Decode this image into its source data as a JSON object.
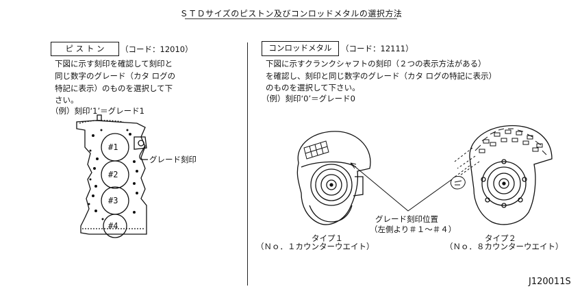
{
  "title": "ＳＴＤサイズのピストン及びコンロッドメタルの選択方法",
  "piston": {
    "heading": "ピ ス ト ン",
    "code": "（コード：12010）",
    "lines": [
      "下図に示す刻印を確認して刻印と",
      "同じ数字のグレード（カタ ログの",
      "特記に表示）のものを選択して下",
      "さい。",
      "（例）刻印‘1’＝グレード1"
    ],
    "stamp_callout": "グレード刻印",
    "cylinders": [
      "#1",
      "#2",
      "#3",
      "#4"
    ]
  },
  "conrod": {
    "heading": "コンロッドメタル",
    "code": "（コード：12111）",
    "lines": [
      "下図に示すクランクシャフトの刻印（２つの表示方法がある）",
      "を確認し、刻印と同じ数字のグレード（カタ ログの特記に表示）",
      "のものを選択して下さい。",
      "（例）刻印‘0’＝グレード0"
    ],
    "stamp_callout_line1": "グレード刻印位置",
    "stamp_callout_line2": "（左側より＃１～＃４）",
    "type1_label": "タイプ１",
    "type1_sub": "（Ｎｏ．１カウンターウエイト）",
    "type2_label": "タイプ２",
    "type2_sub": "（Ｎｏ．８カウンターウエイト）"
  },
  "figure_code": "J120011S"
}
